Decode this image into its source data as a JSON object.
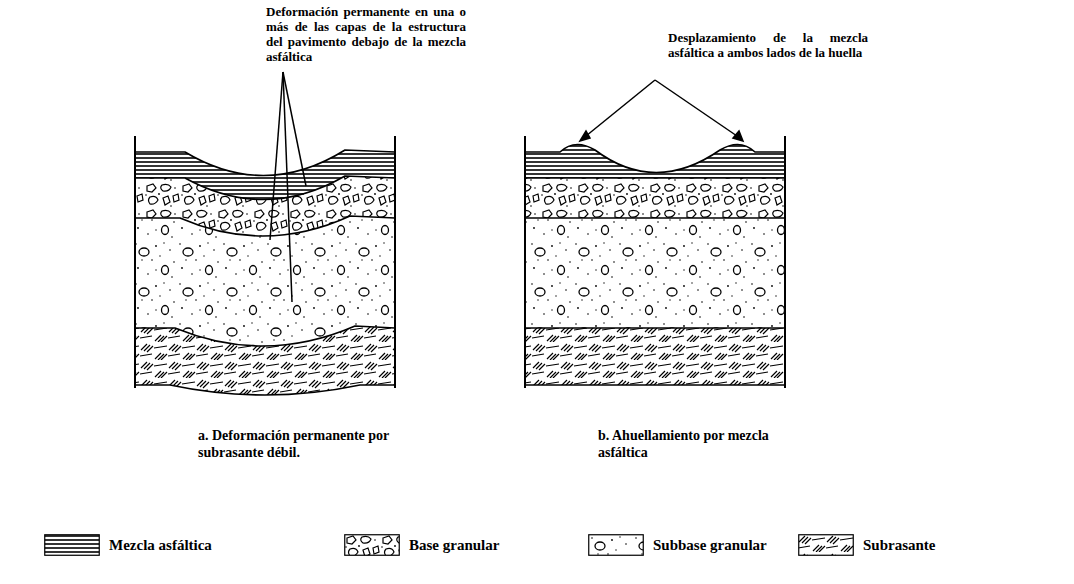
{
  "diagram": {
    "labels": [
      "Deformación permanente en una o más de las capas de la estructura del pavimento debajo de la mezcla asfáltica",
      "Desplazamiento de la mezcla asfáltica a ambos lados de la huella",
      "a. Deformación permanente por subrasante débil.",
      "b. Ahuellamiento por mezcla asfáltica"
    ],
    "legend": [
      {
        "text": "Mezcla asfáltica"
      },
      {
        "text": "Base granular"
      },
      {
        "text": "Subbase granular"
      },
      {
        "text": "Subrasante"
      }
    ]
  }
}
